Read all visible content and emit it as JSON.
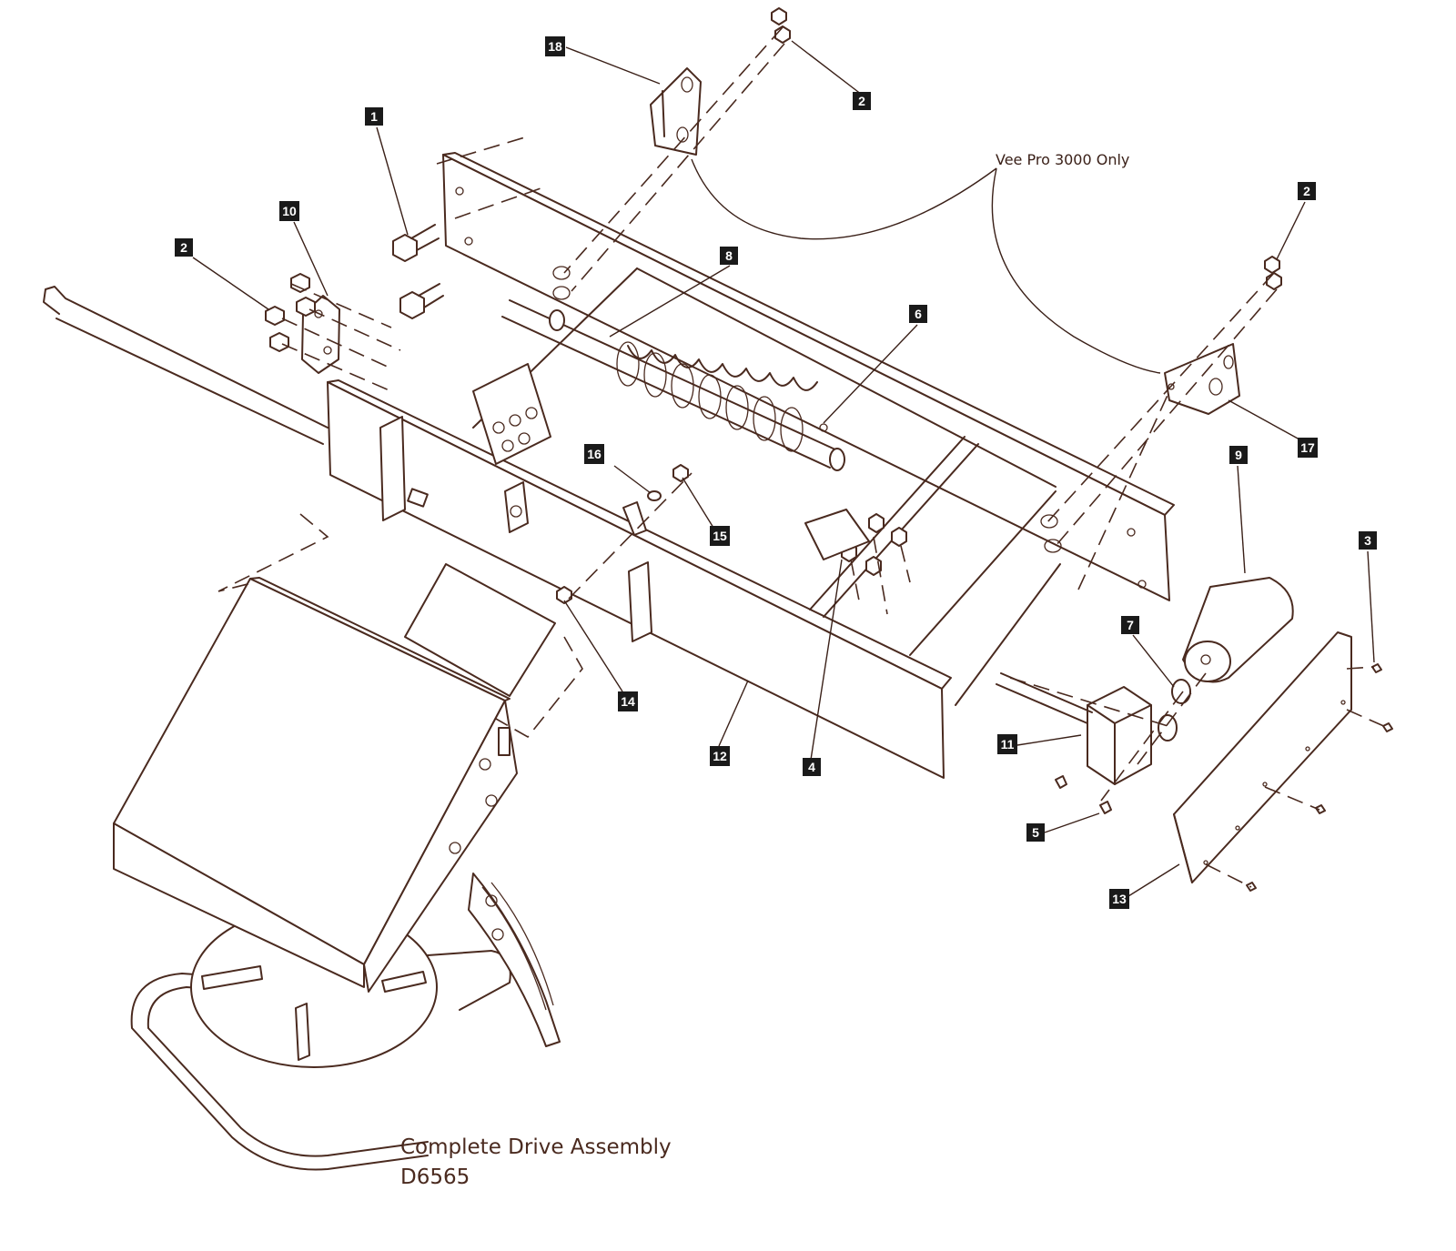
{
  "callouts": [
    {
      "id": "c18a",
      "label": "18"
    },
    {
      "id": "c2a",
      "label": "2"
    },
    {
      "id": "c1",
      "label": "1"
    },
    {
      "id": "c10",
      "label": "10"
    },
    {
      "id": "c2b",
      "label": "2"
    },
    {
      "id": "c8",
      "label": "8"
    },
    {
      "id": "c6",
      "label": "6"
    },
    {
      "id": "c2c",
      "label": "2"
    },
    {
      "id": "c17",
      "label": "17"
    },
    {
      "id": "c16",
      "label": "16"
    },
    {
      "id": "c15",
      "label": "15"
    },
    {
      "id": "c9",
      "label": "9"
    },
    {
      "id": "c3",
      "label": "3"
    },
    {
      "id": "c7",
      "label": "7"
    },
    {
      "id": "c14",
      "label": "14"
    },
    {
      "id": "c12",
      "label": "12"
    },
    {
      "id": "c4",
      "label": "4"
    },
    {
      "id": "c11",
      "label": "11"
    },
    {
      "id": "c5",
      "label": "5"
    },
    {
      "id": "c13",
      "label": "13"
    }
  ],
  "note": "Vee Pro 3000 Only",
  "caption": {
    "line1": "Complete Drive Assembly",
    "line2": "D6565"
  }
}
